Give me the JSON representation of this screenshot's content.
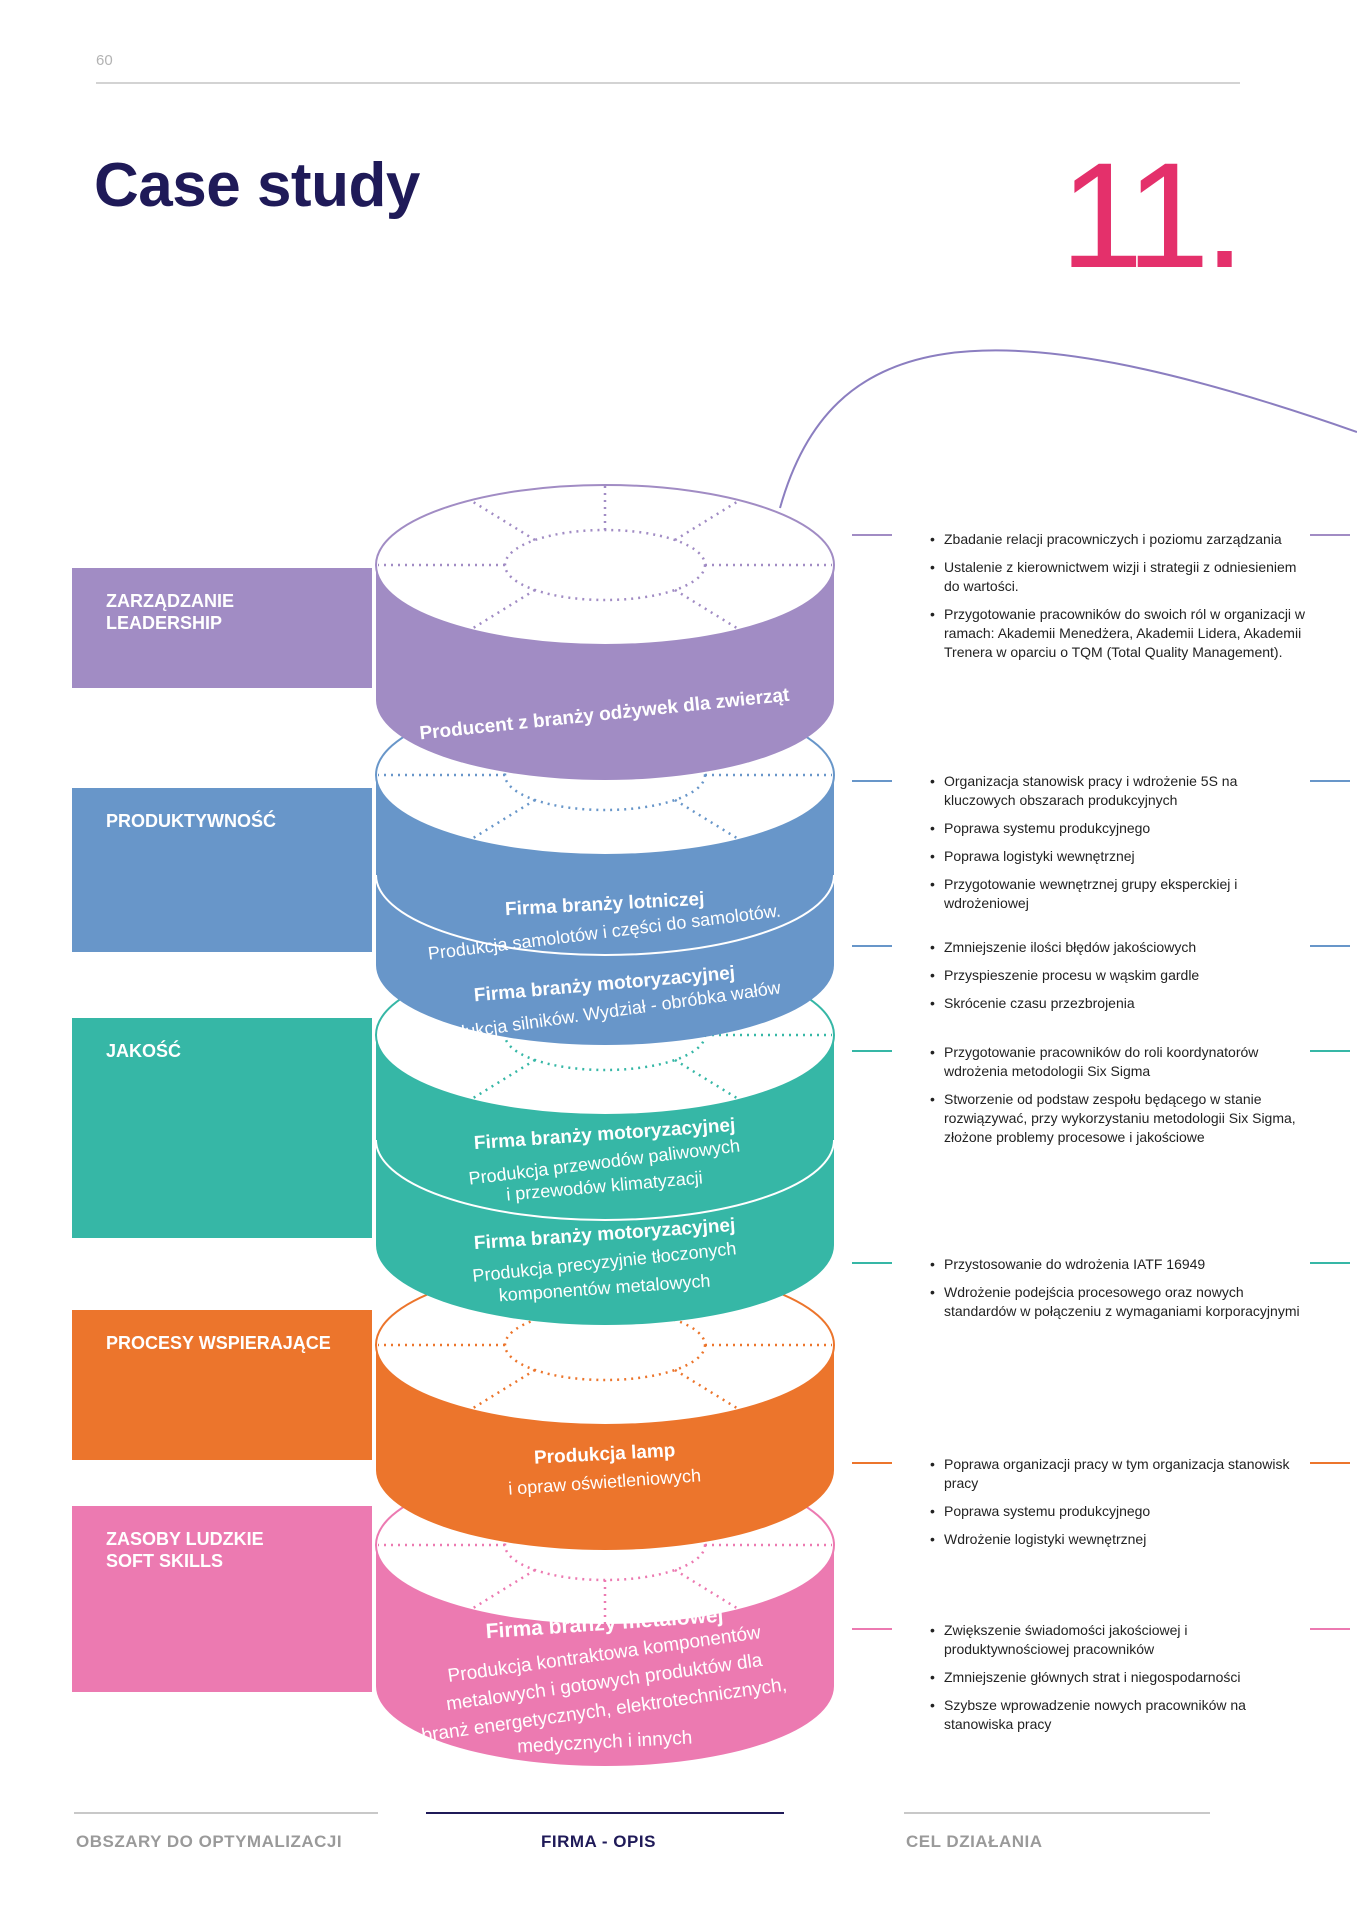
{
  "page_number": "60",
  "title": "Case study",
  "chapter_number": "11.",
  "colors": {
    "leadership": "#a18cc4",
    "productivity": "#6896c9",
    "quality": "#36b7a6",
    "support": "#ec752c",
    "hr": "#ec7ab1",
    "accent": "#e4306b",
    "navy": "#1f1a58"
  },
  "categories": [
    {
      "line1": "ZARZĄDZANIE",
      "line2": "LEADERSHIP"
    },
    {
      "line1": "PRODUKTYWNOŚĆ",
      "line2": ""
    },
    {
      "line1": "JAKOŚĆ",
      "line2": ""
    },
    {
      "line1": "PROCESY WSPIERAJĄCE",
      "line2": ""
    },
    {
      "line1": "ZASOBY LUDZKIE",
      "line2": "SOFT SKILLS"
    }
  ],
  "companies": [
    {
      "title": "Producent z branży odżywek dla zwierząt"
    },
    {
      "title": "Firma branży lotniczej",
      "desc": "Produkcja samolotów i części do samolotów."
    },
    {
      "title": "Firma branży motoryzacyjnej",
      "desc": "Produkcja silników. Wydział - obróbka wałów"
    },
    {
      "title": "Firma branży motoryzacyjnej",
      "desc1": "Produkcja przewodów paliwowych",
      "desc2": "i przewodów klimatyzacji"
    },
    {
      "title": "Firma branży motoryzacyjnej",
      "desc1": "Produkcja precyzyjnie tłoczonych",
      "desc2": "komponentów metalowych"
    },
    {
      "title": "Produkcja lamp",
      "desc": "i opraw oświetleniowych"
    },
    {
      "title": "Firma branży metalowej",
      "desc1": "Produkcja kontraktowa komponentów",
      "desc2": "metalowych i gotowych produktów  dla",
      "desc3": "branż energetycznych, elektrotechnicznych,",
      "desc4": "medycznych i innych"
    }
  ],
  "goals": [
    [
      "Zbadanie relacji pracowniczych i poziomu zarządzania",
      "Ustalenie z kierownictwem wizji i strategii z odniesieniem do wartości.",
      "Przygotowanie pracowników do swoich ról w organizacji w ramach: Akademii Menedżera, Akademii Lidera, Akademii Trenera w oparciu o TQM (Total Quality Management)."
    ],
    [
      "Organizacja stanowisk pracy i wdrożenie 5S na kluczowych obszarach produkcyjnych",
      "Poprawa systemu produkcyjnego",
      "Poprawa logistyki wewnętrznej",
      "Przygotowanie wewnętrznej grupy eksperckiej i wdrożeniowej"
    ],
    [
      "Zmniejszenie ilości błędów jakościowych",
      "Przyspieszenie procesu w wąskim gardle",
      "Skrócenie czasu przezbrojenia"
    ],
    [
      "Przygotowanie pracowników do roli koordynatorów wdrożenia metodologii Six Sigma",
      "Stworzenie od podstaw zespołu będącego w stanie rozwiązywać, przy wykorzystaniu metodologii Six Sigma, złożone problemy procesowe i jakościowe"
    ],
    [
      "Przystosowanie do wdrożenia IATF 16949",
      "Wdrożenie podejścia procesowego oraz nowych standardów w połączeniu z wymaganiami korporacyjnymi"
    ],
    [
      "Poprawa organizacji pracy w tym organizacja stanowisk pracy",
      "Poprawa systemu produkcyjnego",
      "Wdrożenie logistyki wewnętrznej"
    ],
    [
      "Zwiększenie świadomości jakościowej i produktywnościowej pracowników",
      "Zmniejszenie głównych strat i niegospodarności",
      "Szybsze wprowadzenie nowych pracowników na stanowiska pracy"
    ]
  ],
  "footer": {
    "left": "OBSZARY DO OPTYMALIZACJI",
    "center": "FIRMA - OPIS",
    "right": "CEL DZIAŁANIA"
  }
}
